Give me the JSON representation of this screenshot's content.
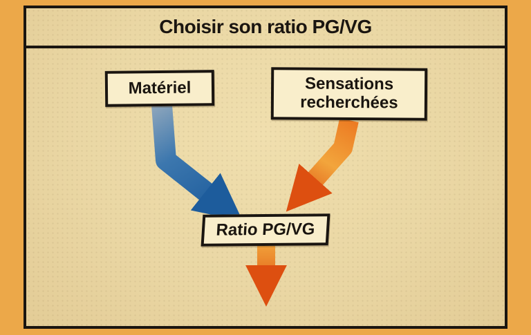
{
  "palette": {
    "outer": "#eca849",
    "paper": "#ead7a4",
    "box-fill": "#f9eecb",
    "ink": "#1a1510",
    "blue-light": "#93a9bd",
    "blue-mid": "#3c77ae",
    "blue-dark": "#1d5c9c",
    "orange-light": "#f2a53c",
    "orange-mid": "#ec7a22",
    "orange-dark": "#dd4f10"
  },
  "header": {
    "title": "Choisir son ratio PG/VG"
  },
  "nodes": {
    "materiel": {
      "label": "Matériel"
    },
    "sensations": {
      "label": "Sensations recherchées"
    },
    "ratio": {
      "label": "Ratio PG/VG"
    }
  },
  "arrows": {
    "materiel_to_ratio": {
      "from": "materiel",
      "to": "ratio",
      "color": "blue"
    },
    "sensations_to_ratio": {
      "from": "sensations",
      "to": "ratio",
      "color": "orange"
    },
    "ratio_output": {
      "from": "ratio",
      "to": "down",
      "color": "orange"
    }
  }
}
